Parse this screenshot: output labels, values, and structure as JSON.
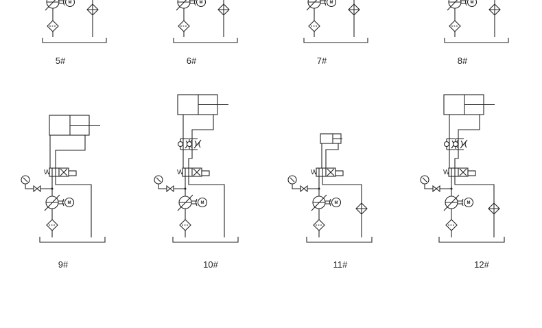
{
  "figure": {
    "top_row": [
      {
        "label": "5#",
        "type": "partial"
      },
      {
        "label": "6#",
        "type": "partial"
      },
      {
        "label": "7#",
        "type": "partial"
      },
      {
        "label": "8#",
        "type": "partial"
      }
    ],
    "bottom_row": [
      {
        "label": "9#",
        "type": "cylinder"
      },
      {
        "label": "10#",
        "type": "cylinder-throttle"
      },
      {
        "label": "11#",
        "type": "small-cylinder-return-filter"
      },
      {
        "label": "12#",
        "type": "cylinder-throttle-return-filter"
      }
    ],
    "symbols": {
      "motor": "M",
      "spring": "W"
    },
    "line_color": "#222222",
    "background": "#ffffff"
  }
}
